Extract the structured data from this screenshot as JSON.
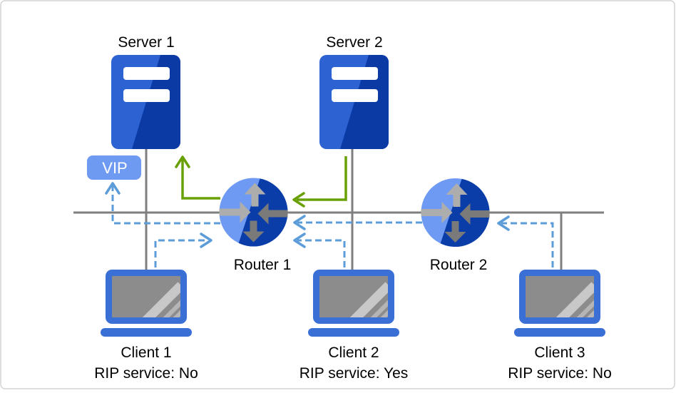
{
  "figure_type": "network-topology-diagram",
  "nodes": {
    "server1": {
      "label": "Server 1",
      "type": "server"
    },
    "server2": {
      "label": "Server 2",
      "type": "server"
    },
    "router1": {
      "label": "Router 1",
      "type": "router"
    },
    "router2": {
      "label": "Router 2",
      "type": "router"
    },
    "client1": {
      "label": "Client 1",
      "rip": "RIP service: No",
      "type": "client"
    },
    "client2": {
      "label": "Client 2",
      "rip": "RIP service: Yes",
      "type": "client"
    },
    "client3": {
      "label": "Client 3",
      "rip": "RIP service: No",
      "type": "client"
    },
    "vip": {
      "label": "VIP",
      "type": "badge"
    }
  },
  "edges": [
    {
      "from": "client1",
      "to": "router1",
      "style": "dashed-blue-arrow"
    },
    {
      "from": "client2",
      "to": "router1",
      "style": "dashed-blue-arrow"
    },
    {
      "from": "client3",
      "to": "router2",
      "style": "dashed-blue-arrow"
    },
    {
      "from": "router2",
      "to": "router1",
      "style": "dashed-blue-arrow"
    },
    {
      "from": "router1",
      "to": "vip",
      "style": "dashed-blue-arrow"
    },
    {
      "from": "server2",
      "to": "router1",
      "style": "solid-green-arrow"
    },
    {
      "from": "router1",
      "to": "server1",
      "style": "solid-green-arrow"
    },
    {
      "from": "ethernet-segment",
      "to": "server1,server2,router1,router2,client1,client2,client3",
      "style": "solid-gray-line"
    }
  ],
  "colors": {
    "border": "#D4D4D4",
    "line_gray": "#7F7F7F",
    "flow_green": "#68A006",
    "flow_blue": "#5B9CD9",
    "vip_bg": "#6F9AF1",
    "vip_text": "#FFFFFF",
    "server_light": "#2D62D3",
    "server_dark": "#0B3AA5",
    "router_light": "#6E9AF3",
    "router_dark": "#0B3DA8",
    "arrow_light_gray": "#ADADAD",
    "arrow_dark_gray": "#7A7A7A",
    "laptop_frame": "#3A6FD6",
    "laptop_screen": "#8C8C8C",
    "laptop_stripe_light": "#C8C8C8",
    "laptop_stripe_mid": "#B5B5B5",
    "label_text": "#000000"
  }
}
